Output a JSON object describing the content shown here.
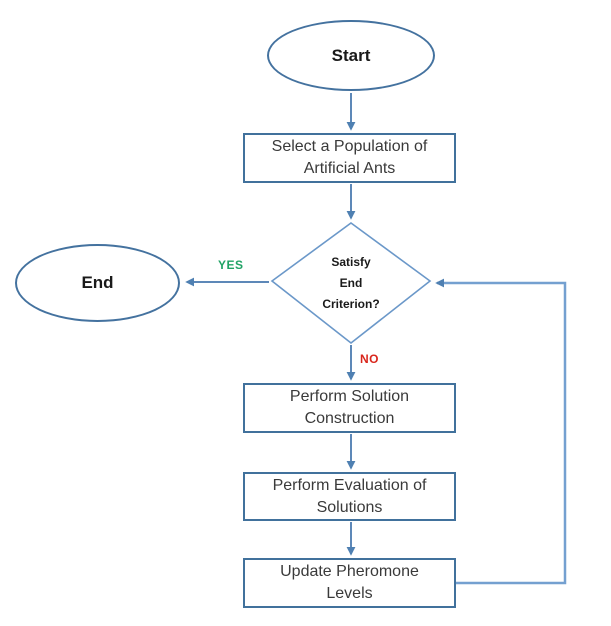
{
  "flowchart": {
    "nodes": {
      "start": {
        "type": "ellipse",
        "label": "Start"
      },
      "select_population": {
        "type": "process",
        "label": "Select a Population of Artificial Ants",
        "lines": [
          "Select a Population of",
          "Artificial Ants"
        ]
      },
      "decision": {
        "type": "decision",
        "label": "Satisfy End Criterion?",
        "lines": [
          "Satisfy",
          "End",
          "Criterion?"
        ]
      },
      "end": {
        "type": "ellipse",
        "label": "End"
      },
      "solution_construction": {
        "type": "process",
        "label": "Perform Solution Construction",
        "lines": [
          "Perform Solution",
          "Construction"
        ]
      },
      "evaluation": {
        "type": "process",
        "label": "Perform Evaluation of Solutions",
        "lines": [
          "Perform Evaluation of",
          "Solutions"
        ]
      },
      "update_pheromone": {
        "type": "process",
        "label": "Update Pheromone Levels",
        "lines": [
          "Update Pheromone",
          "Levels"
        ]
      }
    },
    "edge_labels": {
      "yes": "YES",
      "no": "NO"
    },
    "edges": [
      {
        "from": "start",
        "to": "select_population",
        "label": ""
      },
      {
        "from": "select_population",
        "to": "decision",
        "label": ""
      },
      {
        "from": "decision",
        "to": "end",
        "label": "YES"
      },
      {
        "from": "decision",
        "to": "solution_construction",
        "label": "NO"
      },
      {
        "from": "solution_construction",
        "to": "evaluation",
        "label": ""
      },
      {
        "from": "evaluation",
        "to": "update_pheromone",
        "label": ""
      },
      {
        "from": "update_pheromone",
        "to": "decision",
        "label": ""
      }
    ],
    "colors": {
      "connector_blue": "#5d88b8",
      "loop_blue": "#74a0d0",
      "arrowhead_blue": "#4f80b2",
      "shape_border_blue": "#41719c",
      "ellipse_border_blue": "#44729f",
      "yes_green": "#21a366",
      "no_red": "#d9261c",
      "text_dark": "#3a3a3a"
    }
  }
}
